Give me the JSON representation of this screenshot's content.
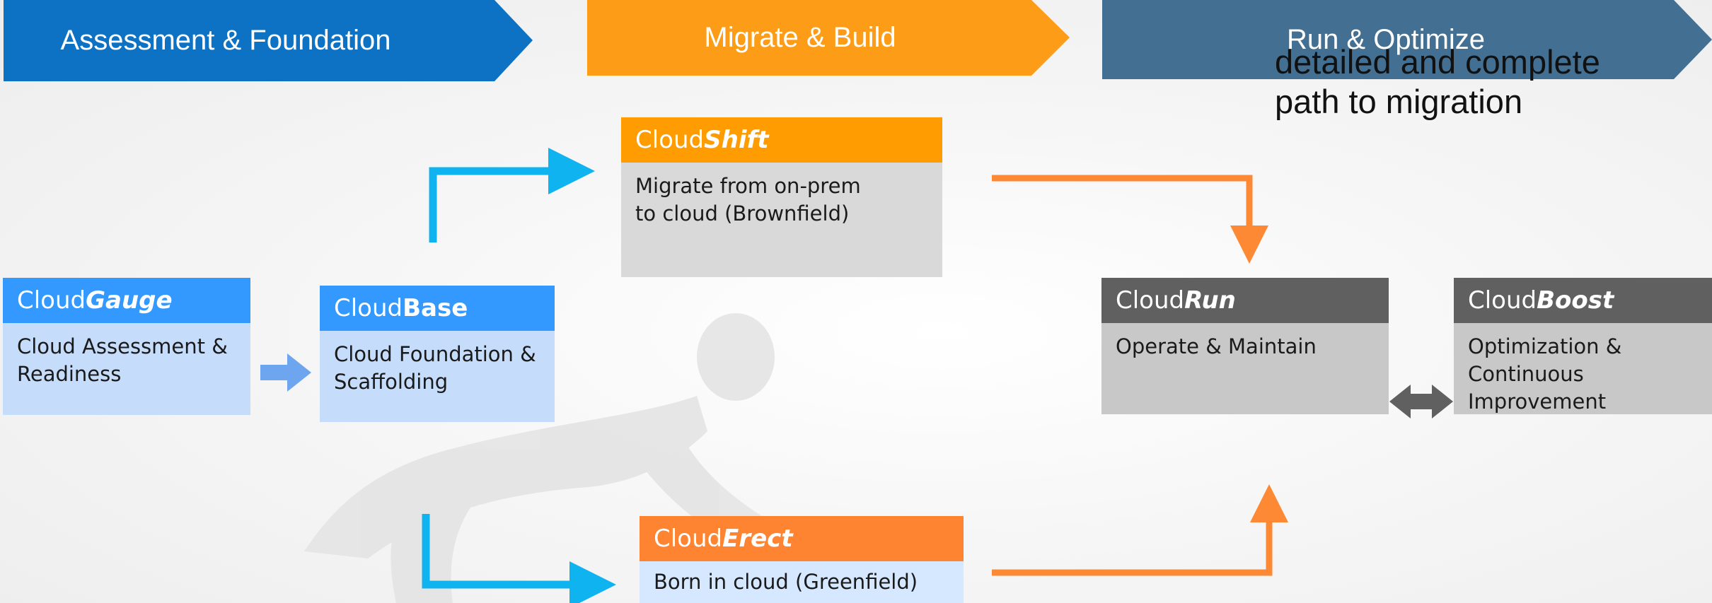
{
  "phases": {
    "assessment": "Assessment & Foundation",
    "migrate": "Migrate & Build",
    "run": "Run & Optimize"
  },
  "overflow_text": {
    "line1": "detailed and complete",
    "line2": "path to migration"
  },
  "cards": {
    "gauge": {
      "prefix": "Cloud",
      "name": "Gauge",
      "body": "Cloud Assessment & Readiness"
    },
    "base": {
      "prefix": "Cloud",
      "name": "Base",
      "body": "Cloud Foundation & Scaffolding"
    },
    "shift": {
      "prefix": "Cloud",
      "name": "Shift",
      "body": "Migrate from on-prem to cloud (Brownfield)"
    },
    "erect": {
      "prefix": "Cloud",
      "name": "Erect",
      "body": "Born in cloud (Greenfield)"
    },
    "run": {
      "prefix": "Cloud",
      "name": "Run",
      "body": "Operate & Maintain"
    },
    "boost": {
      "prefix": "Cloud",
      "name": "Boost",
      "body": "Optimization & Continuous Improvement"
    }
  },
  "colors": {
    "phase_assessment": "#0d72c4",
    "phase_migrate": "#fd9c17",
    "phase_run": "#437092",
    "gauge_base_head": "#3399fe",
    "gauge_base_body": "#c6dcfb",
    "shift_head": "#fe9c01",
    "erect_head": "#fe8431",
    "shift_body": "#d9d9d9",
    "erect_body": "#d5e8ff",
    "run_boost_head": "#606060",
    "run_boost_body": "#c8c8c8",
    "connector_blue": "#0fb3f0",
    "connector_orange": "#fe8934",
    "connector_gray": "#606060",
    "connector_lightblue": "#6da6ee"
  }
}
